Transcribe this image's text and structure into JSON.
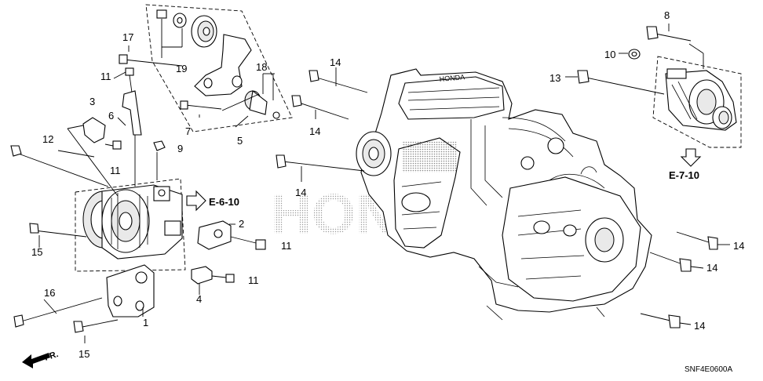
{
  "diagram": {
    "doc_code": "SNF4E0600A",
    "front_marker": "FR.",
    "brand_marking": "HONDA",
    "watermark": "HONDA",
    "callouts": [
      "1",
      "2",
      "4",
      "5",
      "6",
      "7",
      "8",
      "9",
      "10",
      "11",
      "12",
      "13",
      "14",
      "15",
      "16",
      "17",
      "18",
      "19",
      "3"
    ],
    "refs": [
      "E-6-10",
      "E-7-10"
    ]
  }
}
